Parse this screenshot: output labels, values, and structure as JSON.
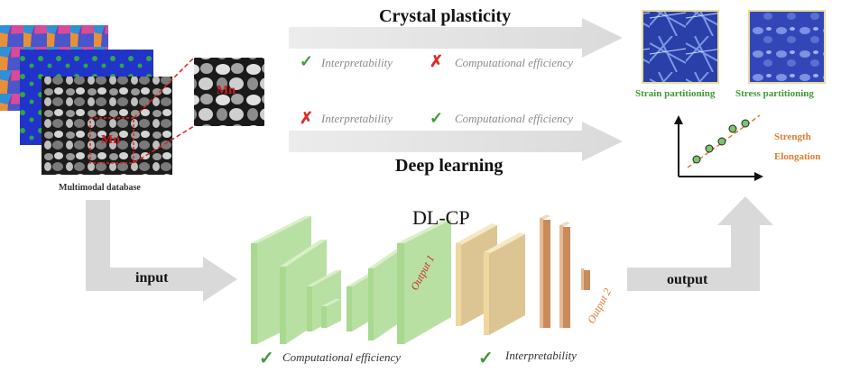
{
  "top_method": {
    "title": "Crystal plasticity",
    "pros": "Interpretability",
    "cons": "Computational efficiency"
  },
  "bottom_method": {
    "title": "Deep learning",
    "cons": "Interpretability",
    "pros": "Computational efficiency"
  },
  "database": {
    "caption": "Multimodal database",
    "zoom_label": "Mn",
    "region_label": "Mn"
  },
  "flow": {
    "input": "input",
    "output": "output"
  },
  "model": {
    "name": "DL-CP",
    "output1": "Output 1",
    "output2": "Output 2"
  },
  "results": {
    "strain": "Strain partitioning",
    "stress": "Stress partitioning",
    "strength": "Strength",
    "elongation": "Elongation"
  },
  "bottom_features": {
    "left": "Computational efficiency",
    "right": "Interpretability"
  },
  "colors": {
    "check": "#3d9a35",
    "cross": "#d8312a",
    "green_block": "#a8d98f",
    "tan_block": "#dcc593",
    "brown_bar": "#c98a5c"
  }
}
